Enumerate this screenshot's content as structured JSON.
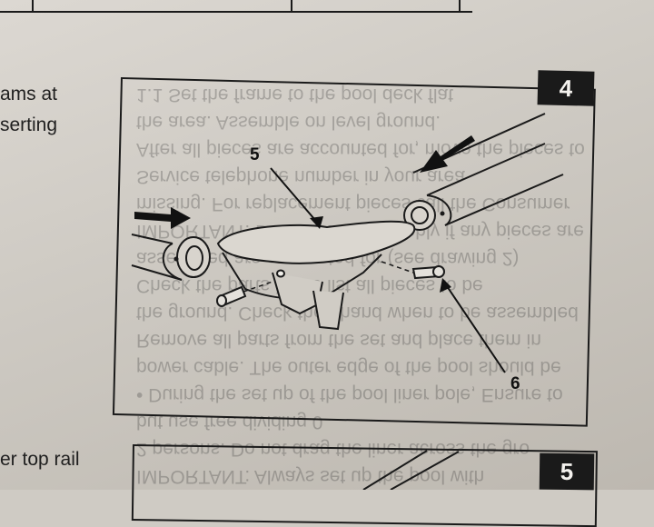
{
  "left_text": {
    "line1": "ams at",
    "line2": "serting",
    "line3": "er top rail"
  },
  "ghost_text": [
    "IMPORTANT: Always set up the pool with",
    "2 persons. Do not drag the liner across the gro",
    "but use free dividing 0",
    "• During the set up of the pool liner pole, Ensure to",
    "power cable. The outer edge of the pool should be",
    "Remove all parts from the set and place them in",
    "the ground. Check their hand when to be assembled",
    "Check the parts in the list all pieces to be",
    "assembled are accounted for (see drawing 2)",
    "IMPORTANT: Do not start assembly if any pieces are",
    "missing. For replacement pieces call the Consumer",
    "Service telephone number in your area",
    "After all pieces are accounted for, move the pieces to",
    "the area. Assemble on level ground.",
    "1.1 Set the frame to the pool deck flat"
  ],
  "steps": {
    "current": "4",
    "next": "5"
  },
  "callouts": {
    "part_a": "5",
    "part_b": "6"
  }
}
